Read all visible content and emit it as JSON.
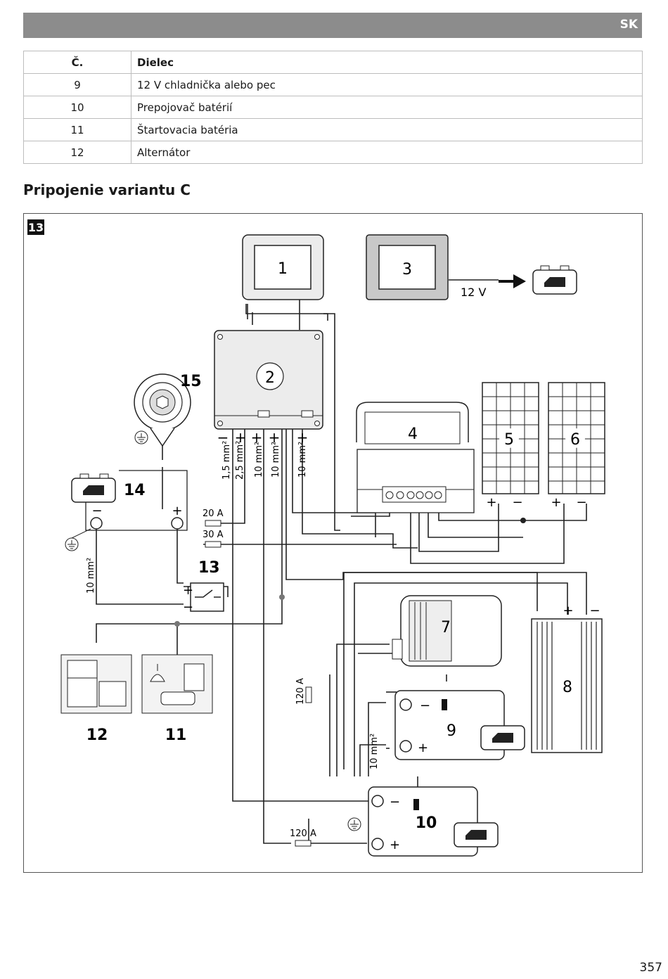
{
  "header": {
    "lang": "SK"
  },
  "table": {
    "headers": [
      "Č.",
      "Dielec"
    ],
    "rows": [
      [
        "9",
        "12 V chladnička alebo pec"
      ],
      [
        "10",
        "Prepojovač batérií"
      ],
      [
        "11",
        "Štartovacia batéria"
      ],
      [
        "12",
        "Alternátor"
      ]
    ]
  },
  "section_title": "Pripojenie variantu C",
  "figure": {
    "fig_number": "13",
    "labels": {
      "n1": "1",
      "n2": "2",
      "n3": "3",
      "n4": "4",
      "n5": "5",
      "n6": "6",
      "n7": "7",
      "n8": "8",
      "n9": "9",
      "n10": "10",
      "n11": "11",
      "n12": "12",
      "n13": "13",
      "n14": "14",
      "n15": "15"
    },
    "wire_labels": {
      "w1": "1,5 mm²",
      "w2": "2,5 mm²",
      "w3": "10 mm²",
      "w4": "10 mm²",
      "w5": "10 mm²",
      "w6": "10 mm²",
      "w7": "10 mm²"
    },
    "fuses": {
      "f1": "20 A",
      "f2": "30 A",
      "f3": "120 A",
      "f4": "120 A"
    },
    "voltage": "12 V",
    "plus": "+",
    "minus": "−"
  },
  "page_number": "357"
}
